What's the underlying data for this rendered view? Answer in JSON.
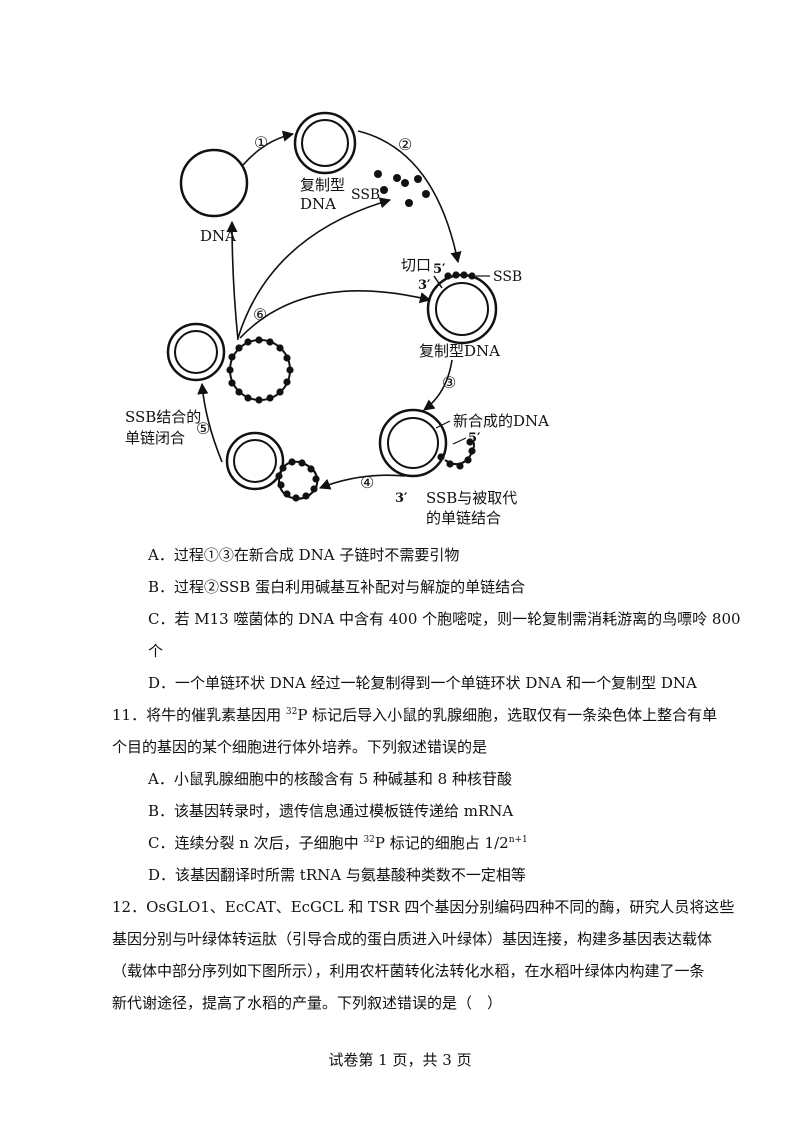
{
  "diagram": {
    "steps": [
      "①",
      "②",
      "③",
      "④",
      "⑤",
      "⑥"
    ],
    "labels": {
      "dna": "DNA",
      "rf_top_line1": "复制型",
      "rf_top_line2": "DNA",
      "ssb_top": "SSB",
      "cut": "切口",
      "five_prime": "5′",
      "three_prime": "3′",
      "ssb_right": "SSB",
      "rf_right": "复制型DNA",
      "new_dna": "新合成的DNA",
      "five_prime_new": "5′",
      "three_prime_bottom": "3′",
      "ssb_displaced_line1": "SSB与被取代",
      "ssb_displaced_line2": "的单链结合",
      "ssb_close_line1": "SSB结合的",
      "ssb_close_line2": "单链闭合"
    }
  },
  "q10_options": [
    "A．过程①③在新合成 DNA 子链时不需要引物",
    "B．过程②SSB 蛋白利用碱基互补配对与解旋的单链结合",
    "C．若 M13 噬菌体的 DNA 中含有 400 个胞嘧啶，则一轮复制需消耗游离的鸟嘌呤 800",
    "个",
    "D．一个单链环状 DNA 经过一轮复制得到一个单链环状 DNA 和一个复制型 DNA"
  ],
  "q11": {
    "stem_a": "11．将牛的催乳素基因用 ",
    "stem_sup": "32",
    "stem_b": "P 标记后导入小鼠的乳腺细胞，选取仅有一条染色体上整合有单",
    "stem_line2": "个目的基因的某个细胞进行体外培养。下列叙述错误的是",
    "A": "A．小鼠乳腺细胞中的核酸含有 5 种碱基和 8 种核苷酸",
    "B": "B．该基因转录时，遗传信息通过模板链传递给 mRNA",
    "C_a": "C．连续分裂 n 次后，子细胞中 ",
    "C_sup": "32",
    "C_b": "P 标记的细胞占 1/2",
    "C_sup2": "n+1",
    "D": "D．该基因翻译时所需 tRNA 与氨基酸种类数不一定相等"
  },
  "q12_lines": [
    "12．OsGLO1、EcCAT、EcGCL 和 TSR 四个基因分别编码四种不同的酶，研究人员将这些",
    "基因分别与叶绿体转运肽（引导合成的蛋白质进入叶绿体）基因连接，构建多基因表达载体",
    "（载体中部分序列如下图所示），利用农杆菌转化法转化水稻，在水稻叶绿体内构建了一条",
    "新代谢途径，提高了水稻的产量。下列叙述错误的是（　）"
  ],
  "footer": "试卷第 1 页，共 3 页"
}
